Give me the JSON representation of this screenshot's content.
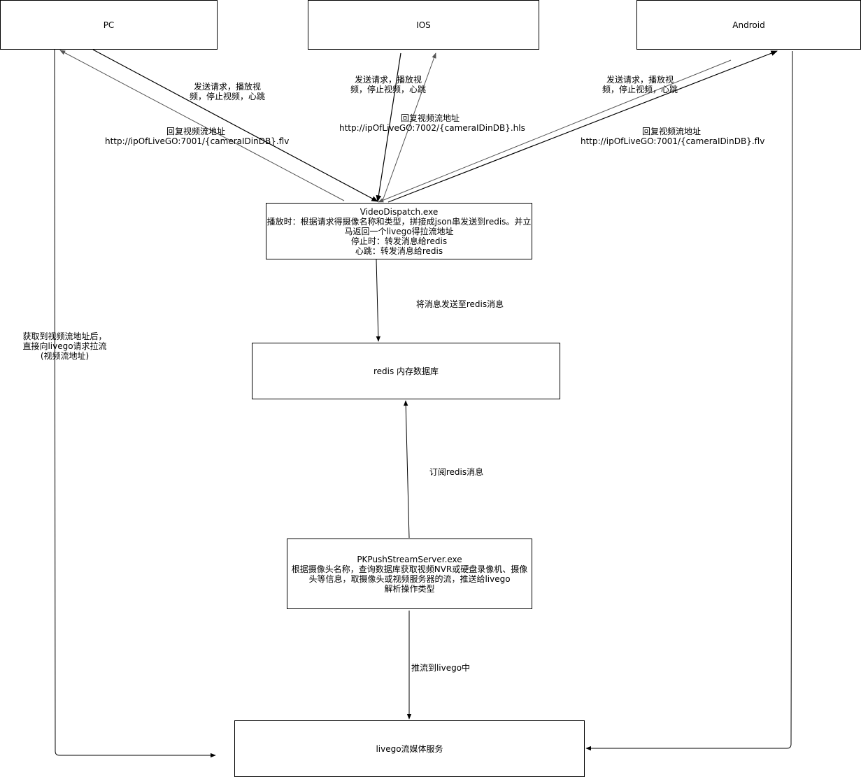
{
  "nodes": {
    "pc": {
      "label": "PC"
    },
    "ios": {
      "label": "IOS"
    },
    "android": {
      "label": "Android"
    },
    "dispatch": {
      "lines": [
        "VideoDispatch.exe",
        "播放时：根据请求得摄像名称和类型，拼接成json串发送到redis。并立",
        "马返回一个livego得拉流地址",
        "停止时：转发消息给redis",
        "心跳：转发消息给redis"
      ]
    },
    "redis": {
      "label": "redis 内存数据库"
    },
    "pkpush": {
      "lines": [
        "PKPushStreamServer.exe",
        "根据摄像头名称，查询数据库获取视频NVR或硬盘录像机、摄像",
        "头等信息，取摄像头或视频服务器的流，推送给livego",
        "解析操作类型"
      ]
    },
    "livego": {
      "label": "livego流媒体服务"
    }
  },
  "edge_labels": {
    "pc_request": [
      "发送请求，播放视",
      "频，停止视频，心跳"
    ],
    "pc_reply": [
      "回复视频流地址",
      "http://ipOfLiveGO:7001/{cameraIDinDB}.flv"
    ],
    "ios_request": [
      "发送请求，播放视",
      "频，停止视频，心跳"
    ],
    "ios_reply": [
      "回复视频流地址",
      "http://ipOfLiveGO:7002/{cameraIDinDB}.hls"
    ],
    "android_request": [
      "发送请求，播放视",
      "频，停止视频，心跳"
    ],
    "android_reply": [
      "回复视频流地址",
      "http://ipOfLiveGO:7001/{cameraIDinDB}.flv"
    ],
    "to_redis": [
      "将消息发送至redis消息"
    ],
    "subscribe": [
      "订阅redis消息"
    ],
    "push": [
      "推流到livego中"
    ],
    "pull": [
      "获取到视频流地址后，",
      "直接向livego请求拉流",
      "(视频流地址)"
    ]
  },
  "colors": {
    "stroke": "#000000",
    "reply_stroke": "#555555",
    "background": "#ffffff"
  }
}
